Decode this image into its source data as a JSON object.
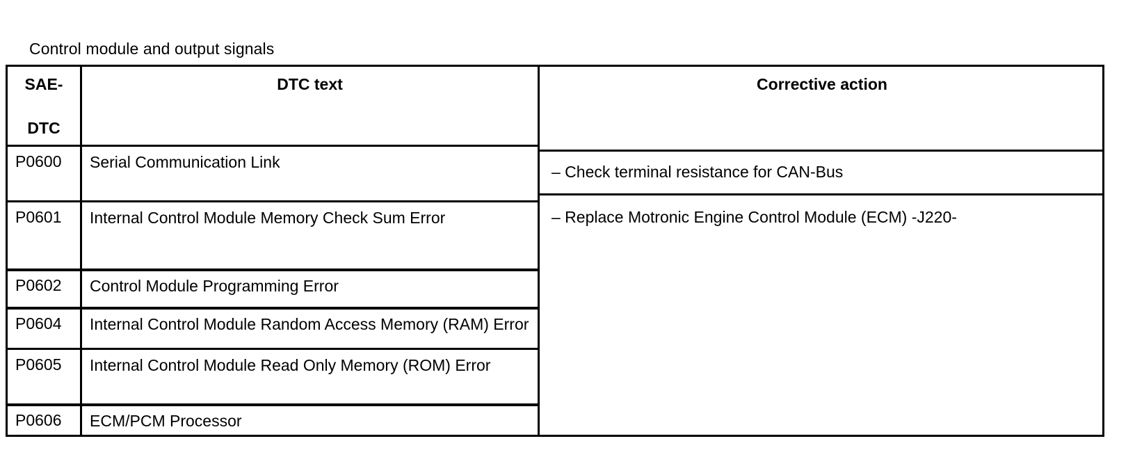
{
  "document": {
    "section_title": "Control module and output signals"
  },
  "table": {
    "headers": {
      "code_line1": "SAE-",
      "code_line2": "DTC",
      "dtc_text": "DTC text",
      "corrective_action": "Corrective action"
    },
    "rows": [
      {
        "code": "P0600",
        "dtc_text": "Serial Communication Link"
      },
      {
        "code": "P0601",
        "dtc_text": "Internal Control Module Memory Check Sum Error"
      },
      {
        "code": "P0602",
        "dtc_text": "Control Module Programming Error"
      },
      {
        "code": "P0604",
        "dtc_text": "Internal Control Module Random Access Memory (RAM) Error"
      },
      {
        "code": "P0605",
        "dtc_text": "Internal Control Module Read Only Memory (ROM) Error"
      },
      {
        "code": "P0606",
        "dtc_text": "ECM/PCM Processor"
      }
    ],
    "corrective_actions": [
      {
        "text": "– Check terminal resistance for CAN-Bus"
      },
      {
        "text": "– Replace Motronic Engine Control Module (ECM) -J220-"
      }
    ]
  },
  "colors": {
    "border": "#000000",
    "text": "#000000",
    "background": "#ffffff"
  }
}
